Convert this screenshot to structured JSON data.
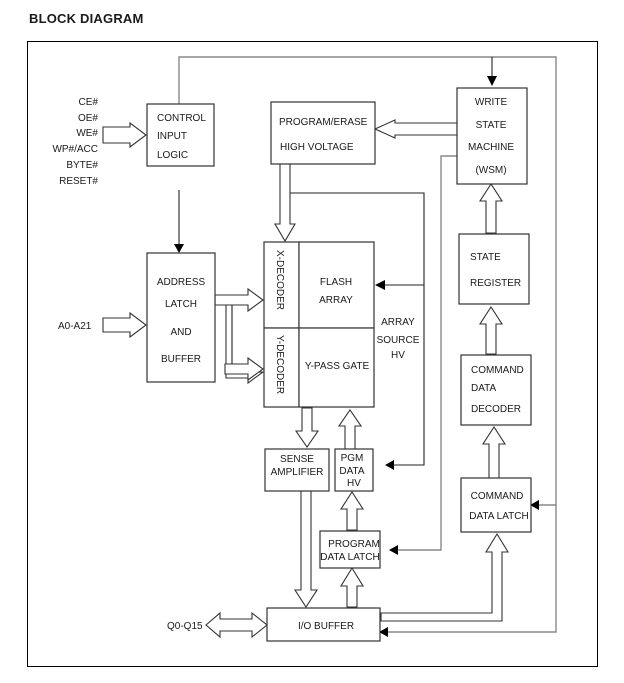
{
  "title": "BLOCK DIAGRAM",
  "inputs": {
    "control_signals": [
      "CE#",
      "OE#",
      "WE#",
      "WP#/ACC",
      "BYTE#",
      "RESET#"
    ],
    "address": "A0-A21",
    "data_io": "Q0-Q15"
  },
  "blocks": {
    "control_input_logic": [
      "CONTROL",
      "INPUT",
      "LOGIC"
    ],
    "program_erase_hv": [
      "PROGRAM/ERASE",
      "HIGH VOLTAGE"
    ],
    "write_state_machine": [
      "WRITE",
      "STATE",
      "MACHINE",
      "(WSM)"
    ],
    "address_latch": [
      "ADDRESS",
      "LATCH",
      "AND",
      "BUFFER"
    ],
    "x_decoder": "X-DECODER",
    "y_decoder": "Y-DECODER",
    "flash_array": [
      "FLASH",
      "ARRAY"
    ],
    "y_pass_gate": "Y-PASS GATE",
    "array_source_hv": [
      "ARRAY",
      "SOURCE",
      "HV"
    ],
    "state_register": [
      "STATE",
      "REGISTER"
    ],
    "command_data_decoder": [
      "COMMAND",
      "DATA",
      "DECODER"
    ],
    "sense_amplifier": [
      "SENSE",
      "AMPLIFIER"
    ],
    "pgm_data_hv": [
      "PGM",
      "DATA",
      "HV"
    ],
    "command_data_latch": [
      "COMMAND",
      "DATA LATCH"
    ],
    "program_data_latch": [
      "PROGRAM",
      "DATA LATCH"
    ],
    "io_buffer": "I/O BUFFER"
  }
}
